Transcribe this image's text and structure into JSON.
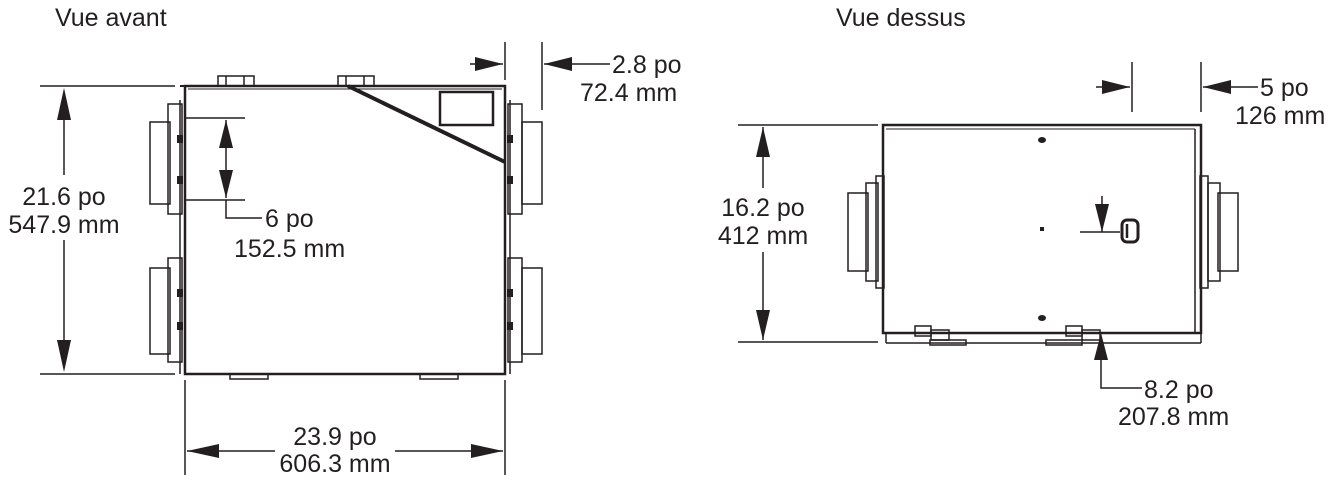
{
  "views": {
    "front": {
      "title": "Vue avant",
      "height_in": "21.6 po",
      "height_mm": "547.9 mm",
      "port_in": "6 po",
      "port_mm": "152.5 mm",
      "width_in": "23.9 po",
      "width_mm": "606.3 mm",
      "offset_in": "2.8 po",
      "offset_mm": "72.4 mm"
    },
    "top": {
      "title": "Vue dessus",
      "depth_in": "16.2 po",
      "depth_mm": "412 mm",
      "side_in": "5 po",
      "side_mm": "126 mm",
      "drain_in": "8.2 po",
      "drain_mm": "207.8 mm"
    }
  },
  "colors": {
    "line": "#231f20",
    "background": "#ffffff"
  }
}
